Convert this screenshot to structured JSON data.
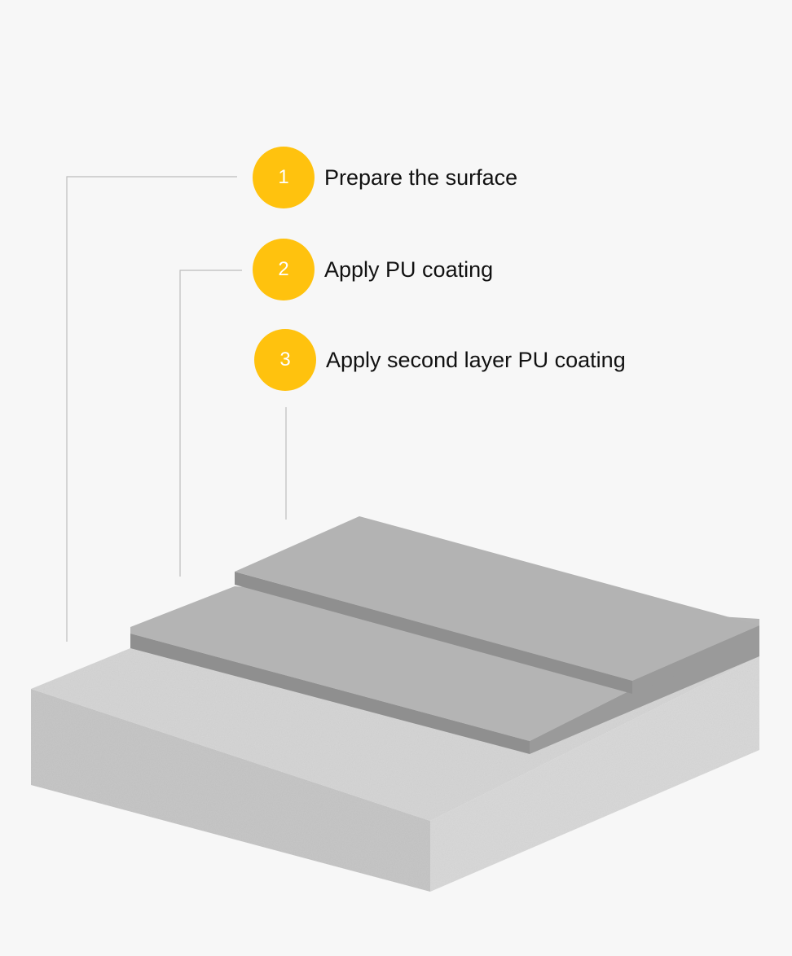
{
  "steps": [
    {
      "number": "1",
      "label": "Prepare the surface"
    },
    {
      "number": "2",
      "label": "Apply PU coating"
    },
    {
      "number": "3",
      "label": "Apply second layer PU coating"
    }
  ],
  "colors": {
    "background": "#f7f7f7",
    "badge": "#ffc20e",
    "badge_text": "#ffffff",
    "label_text": "#111111",
    "leader_line": "#bdbdbd",
    "concrete_top": "#d6d6d6",
    "concrete_front": "#c7c7c7",
    "concrete_side": "#dadada",
    "coating_top": "#b5b5b5",
    "coating_edge": "#8e8e8e"
  }
}
